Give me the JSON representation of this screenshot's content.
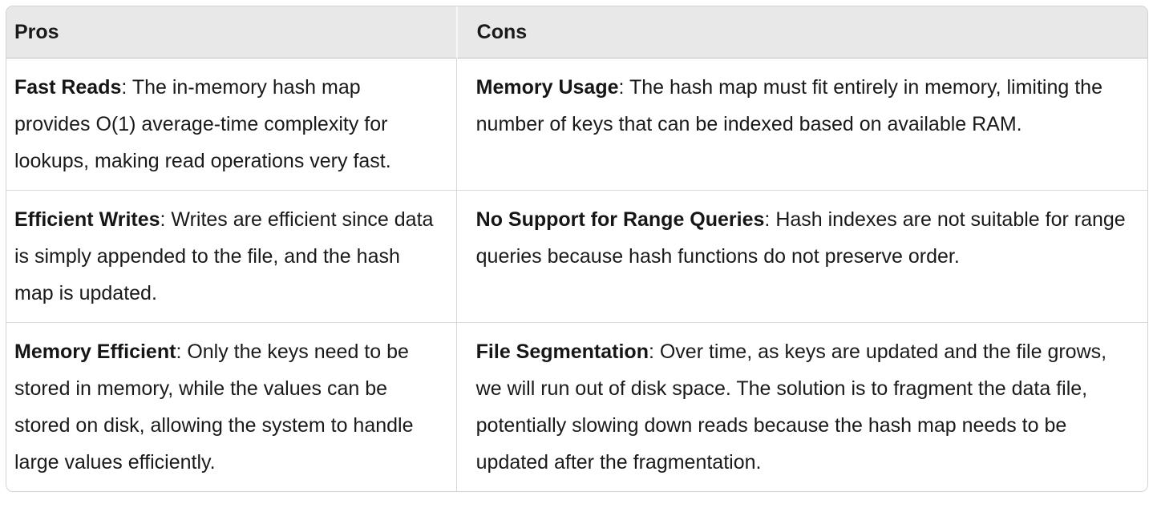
{
  "colors": {
    "header_bg": "#e8e8e8",
    "outer_border": "#d2d2d2",
    "header_underline": "#c2c2c2",
    "cell_divider": "#d9d9d9",
    "text": "#1a1a1a"
  },
  "table": {
    "headers": [
      "Pros",
      "Cons"
    ],
    "rows": [
      {
        "pro": {
          "term": "Fast Reads",
          "rest": ": The in-memory hash map provides O(1) average-time complexity for lookups, making read operations very fast."
        },
        "con": {
          "term": "Memory Usage",
          "rest": ": The hash map must fit entirely in memory, limiting the number of keys that can be indexed based on available RAM."
        }
      },
      {
        "pro": {
          "term": "Efficient Writes",
          "rest": ": Writes are efficient since data is simply appended to the file, and the hash map is updated."
        },
        "con": {
          "term": "No Support for Range Queries",
          "rest": ": Hash indexes are not suitable for range queries because hash functions do not preserve order."
        }
      },
      {
        "pro": {
          "term": "Memory Efficient",
          "rest": ": Only the keys need to be stored in memory, while the values can be stored on disk, allowing the system to handle large values efficiently."
        },
        "con": {
          "term": "File Segmentation",
          "rest": ": Over time, as keys are updated and the file grows, we will run out of disk space. The solution is to fragment the data file, potentially slowing down reads because the hash map needs to be updated after the fragmentation."
        }
      }
    ]
  }
}
